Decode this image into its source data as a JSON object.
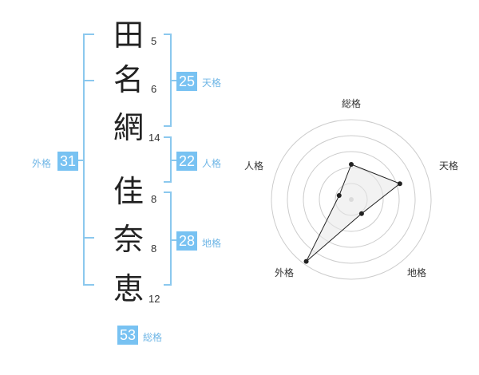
{
  "name_chars": [
    {
      "char": "田",
      "strokes": "5"
    },
    {
      "char": "名",
      "strokes": "6"
    },
    {
      "char": "網",
      "strokes": "14"
    },
    {
      "char": "佳",
      "strokes": "8"
    },
    {
      "char": "奈",
      "strokes": "8"
    },
    {
      "char": "恵",
      "strokes": "12"
    }
  ],
  "fortune": {
    "tenkaku": {
      "value": "25",
      "label": "天格"
    },
    "jinkaku": {
      "value": "22",
      "label": "人格"
    },
    "chikaku": {
      "value": "28",
      "label": "地格"
    },
    "gaikaku": {
      "value": "31",
      "label": "外格"
    },
    "soukaku": {
      "value": "53",
      "label": "総格"
    }
  },
  "chart_data": {
    "type": "radar",
    "axes": [
      "総格",
      "天格",
      "地格",
      "外格",
      "人格"
    ],
    "values": [
      2.2,
      3.2,
      1.1,
      4.8,
      0.8
    ],
    "rmax": 5,
    "rings": 5,
    "fill_color": "#e8e8e8",
    "line_color": "#222222"
  },
  "colors": {
    "accent": "#78c2f2",
    "bracket": "#8bc8ee"
  }
}
